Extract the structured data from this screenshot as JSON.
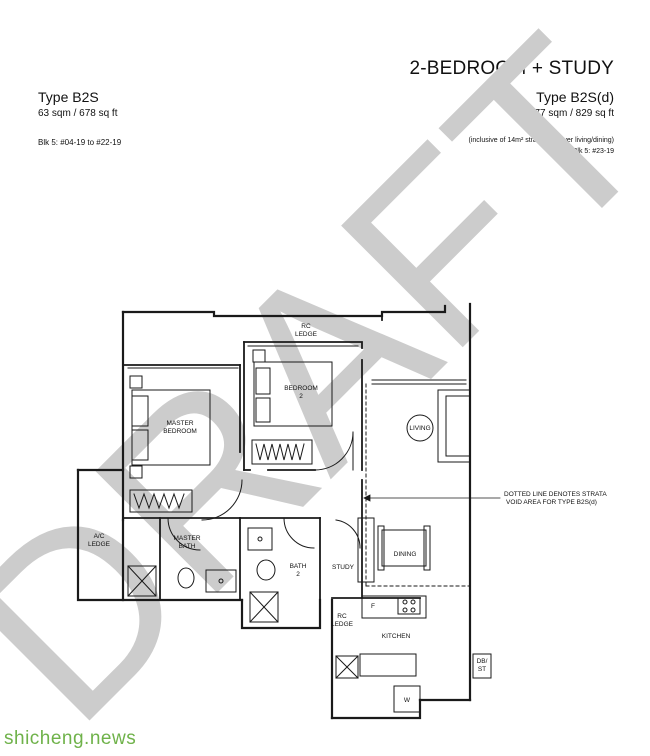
{
  "header": {
    "title": "2-BEDROOM + STUDY"
  },
  "left_unit": {
    "type": "Type B2S",
    "area": "63 sqm / 678 sq ft",
    "blocks": "Blk 5: #04-19 to #22-19"
  },
  "right_unit": {
    "type": "Type B2S(d)",
    "area": "77 sqm / 829 sq ft",
    "note": "(inclusive of 14m² strata void over living/dining)",
    "blocks": "Blk 5: #23-19"
  },
  "rooms": {
    "rc_ledge_top_1": "RC",
    "rc_ledge_top_2": "LEDGE",
    "bedroom2_1": "BEDROOM",
    "bedroom2_2": "2",
    "master_bedroom_1": "MASTER",
    "master_bedroom_2": "BEDROOM",
    "living": "LIVING",
    "ac_ledge_1": "A/C",
    "ac_ledge_2": "LEDGE",
    "master_bath_1": "MASTER",
    "master_bath_2": "BATH",
    "bath2_1": "BATH",
    "bath2_2": "2",
    "study": "STUDY",
    "dining": "DINING",
    "rc_ledge_kitchen_1": "RC",
    "rc_ledge_kitchen_2": "LEDGE",
    "kitchen": "KITCHEN",
    "fridge": "F",
    "washer": "W",
    "dbst_1": "DB/",
    "dbst_2": "ST"
  },
  "annotation": {
    "line1": "DOTTED LINE DENOTES STRATA",
    "line2": "VOID AREA FOR TYPE B2S(d)"
  },
  "stamp": "DRAFT",
  "watermark": "shicheng.news",
  "colors": {
    "wall": "#1a1a1a",
    "stamp": "#c9c9c9",
    "watermark": "#6fb24a"
  }
}
